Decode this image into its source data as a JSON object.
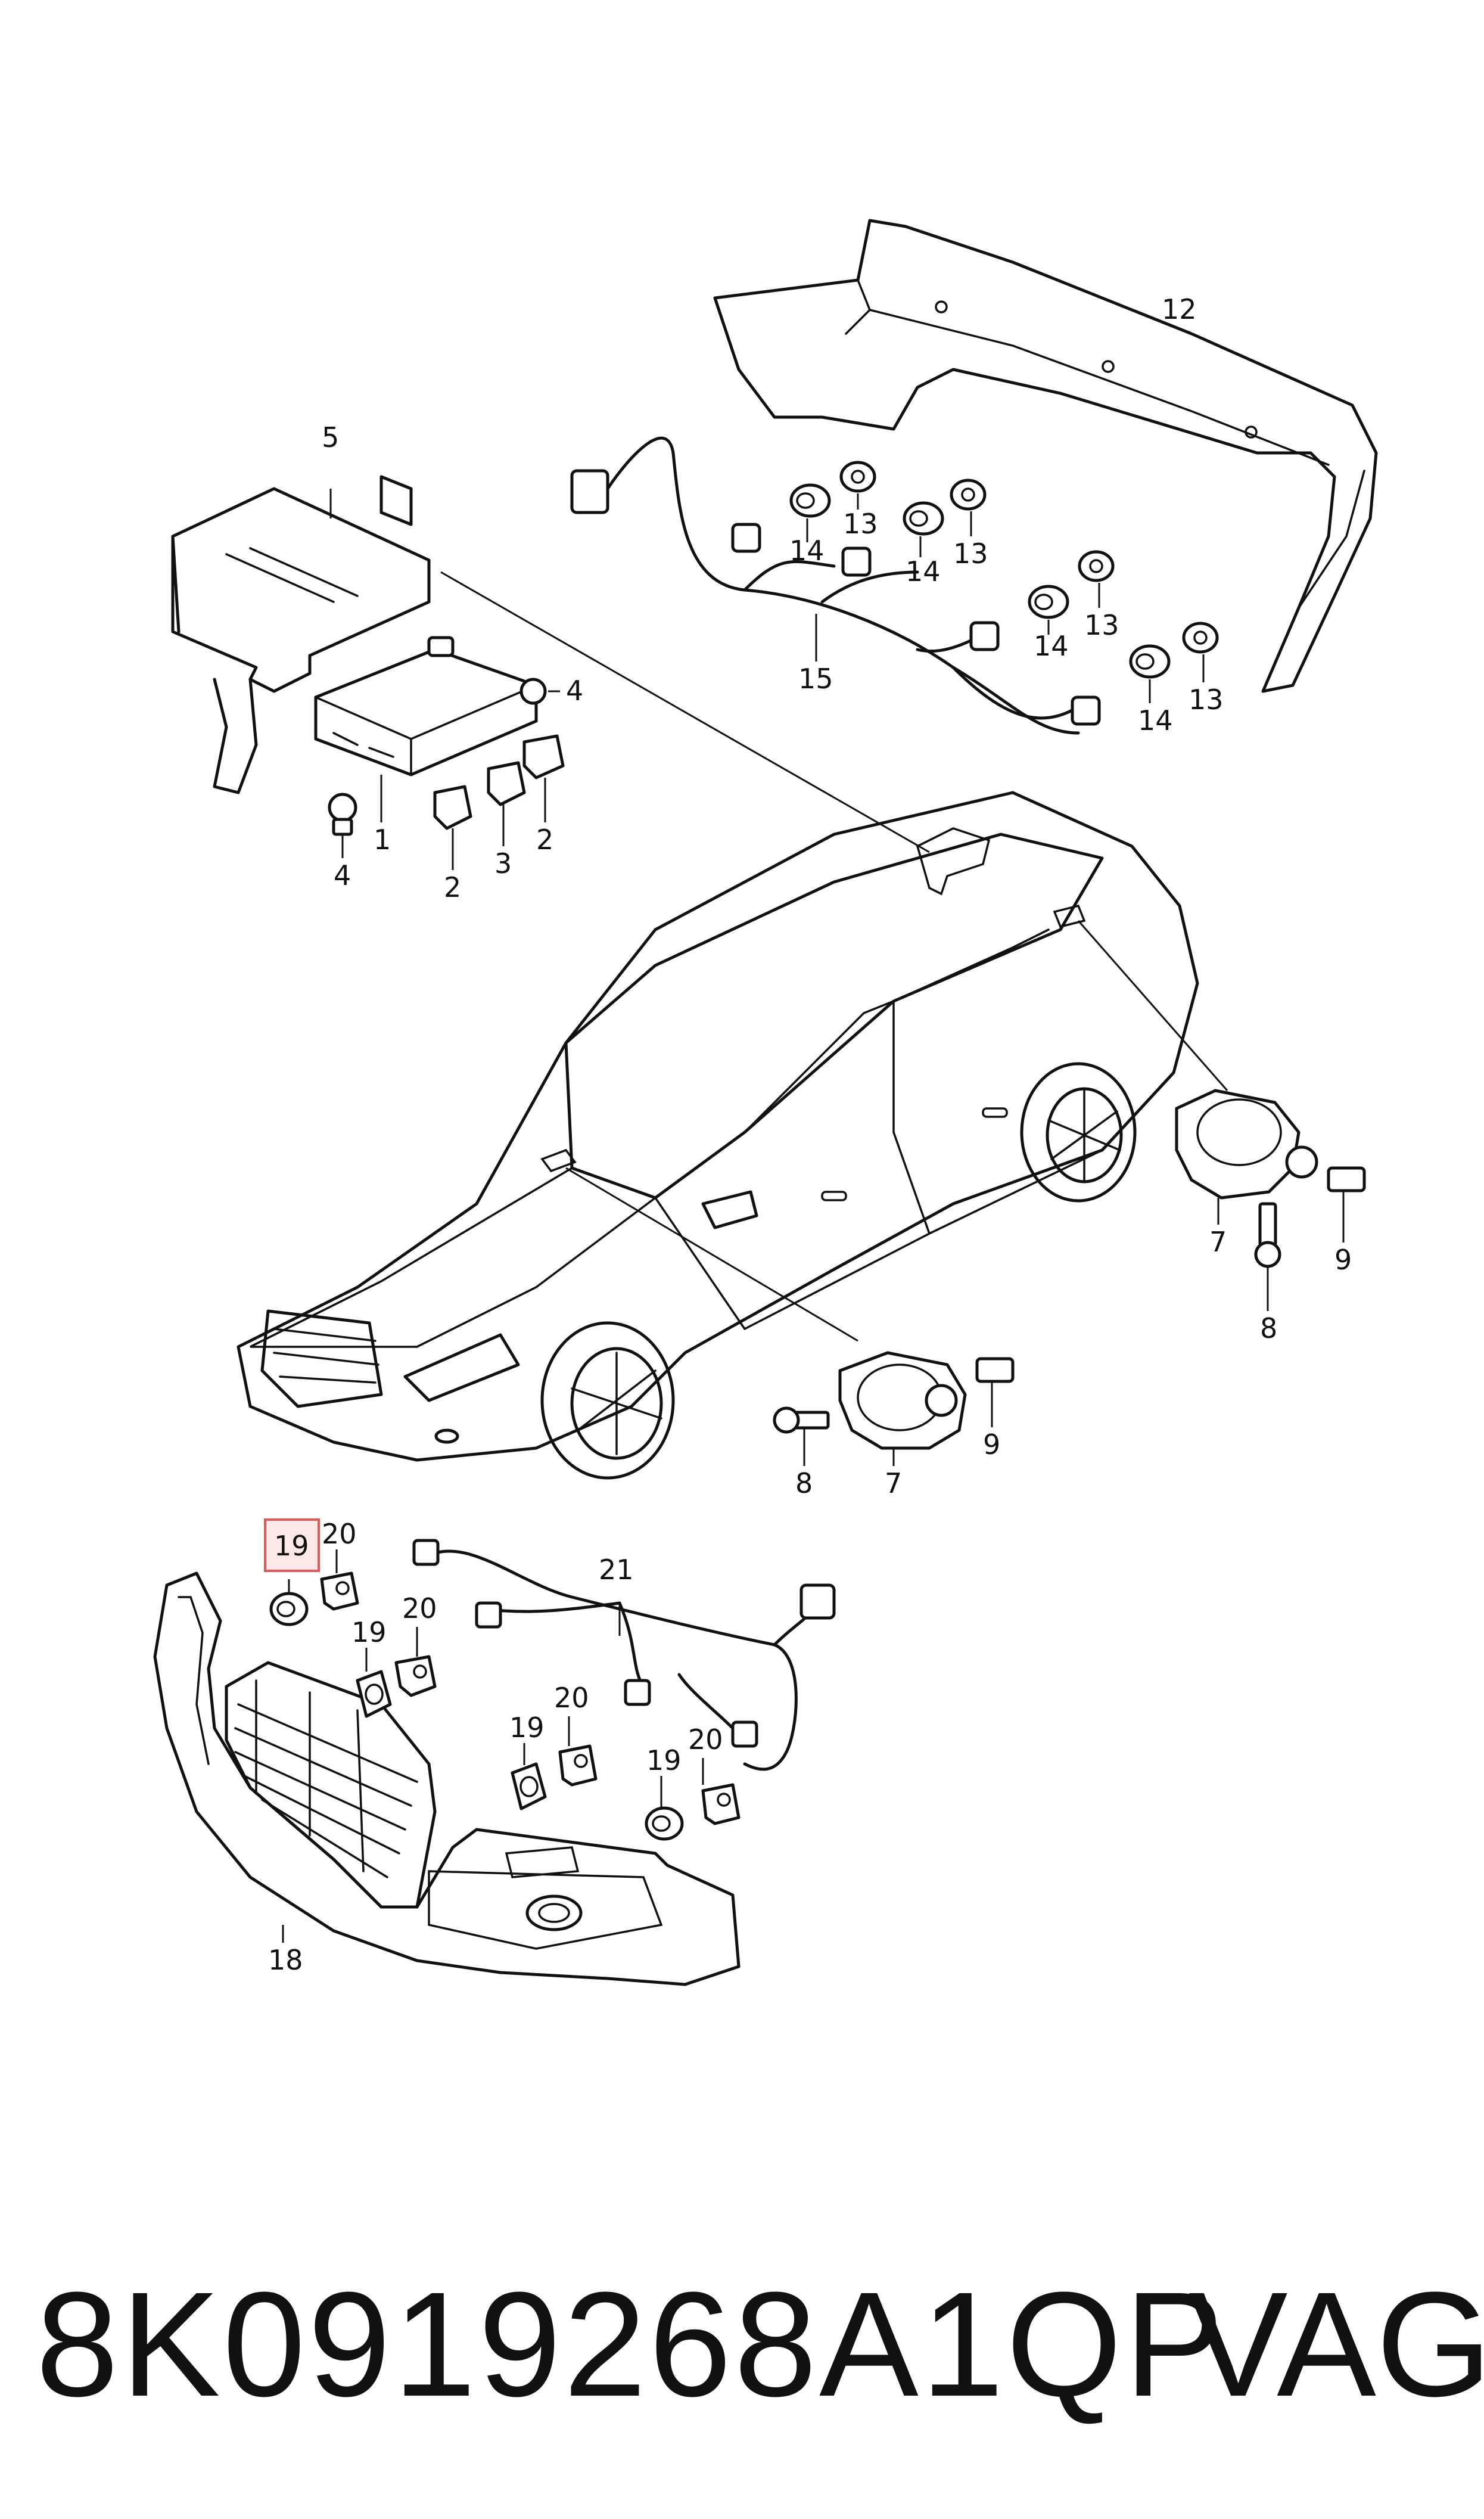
{
  "callouts": {
    "c1": "1",
    "c2a": "2",
    "c2b": "2",
    "c3": "3",
    "c4a": "4",
    "c4b": "4",
    "c5": "5",
    "c7a": "7",
    "c7b": "7",
    "c8a": "8",
    "c8b": "8",
    "c9a": "9",
    "c9b": "9",
    "c12": "12",
    "c13a": "13",
    "c13b": "13",
    "c13c": "13",
    "c13d": "13",
    "c14a": "14",
    "c14b": "14",
    "c14c": "14",
    "c14d": "14",
    "c15": "15",
    "c18": "18",
    "c19a": "19",
    "c19b": "19",
    "c19c": "19",
    "c19d": "19",
    "c20a": "20",
    "c20b": "20",
    "c20c": "20",
    "c20d": "20",
    "c21": "21"
  },
  "highlighted_callout": "19",
  "highlight_color": "#e05a5a",
  "footer": {
    "part_number": "8K0919268A1QP",
    "brand": "VAG"
  }
}
